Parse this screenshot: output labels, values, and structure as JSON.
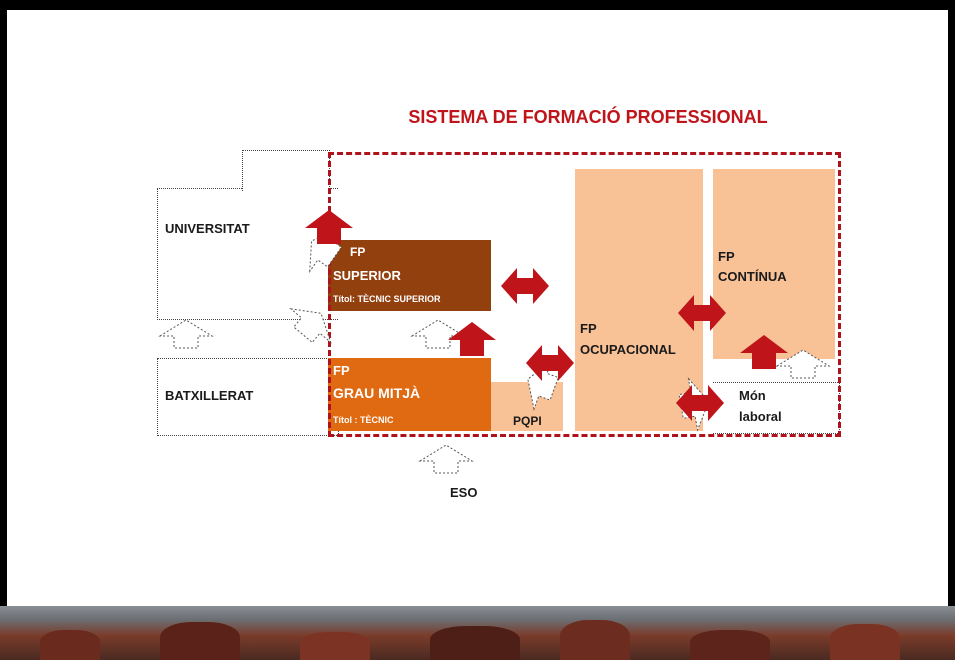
{
  "title": "SISTEMA DE FORMACIÓ PROFESSIONAL",
  "colors": {
    "title": "#c0141b",
    "arrow": "#c0141b",
    "fp_superior": "#93400f",
    "fp_grau_mitja": "#e06a12",
    "light": "#f8c196",
    "frame": "#b0121b"
  },
  "boxes": {
    "universitat": "UNIVERSITAT",
    "batxillerat": "BATXILLERAT",
    "fp_superior": {
      "line1": "FP",
      "line2": "SUPERIOR",
      "title": "Títol: TÈCNIC SUPERIOR"
    },
    "fp_grau_mitja": {
      "line1": "FP",
      "line2": "GRAU MITJÀ",
      "title": "Títol : TÈCNIC"
    },
    "pqpi": "PQPI",
    "fp_ocupacional": {
      "line1": "FP",
      "line2": "OCUPACIONAL"
    },
    "fp_continua": {
      "line1": "FP",
      "line2": "CONTÍNUA"
    },
    "mon_laboral": {
      "line1": "Món",
      "line2": "laboral"
    },
    "eso": "ESO"
  },
  "icons": [
    "up-arrow-icon",
    "double-arrow-icon",
    "outline-arrow-icon"
  ]
}
